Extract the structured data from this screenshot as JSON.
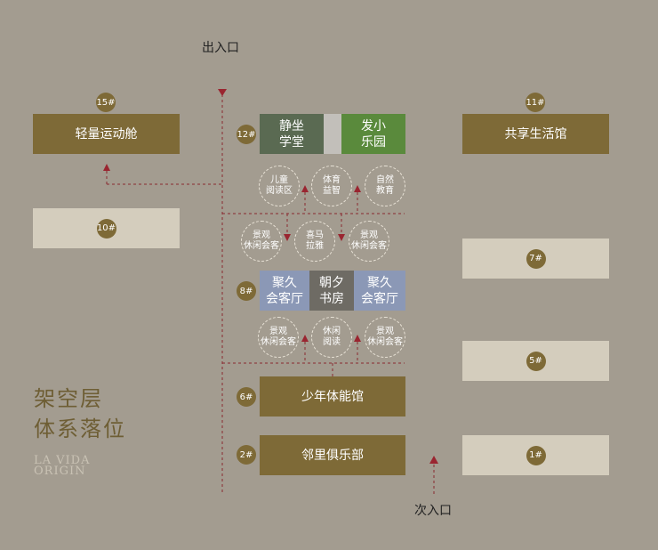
{
  "entrances": {
    "main": "出入口",
    "secondary": "次入口"
  },
  "title": {
    "line1": "架空层",
    "line2": "体系落位"
  },
  "logo": {
    "line1": "LA VIDA",
    "line2": "ORIGIN"
  },
  "left": {
    "b15": {
      "num": "15#",
      "label": "轻量运动舱"
    },
    "b10": {
      "num": "10#"
    }
  },
  "right": {
    "b11": {
      "num": "11#",
      "label": "共享生活馆"
    },
    "b7": {
      "num": "7#"
    },
    "b5": {
      "num": "5#"
    },
    "b1": {
      "num": "1#"
    }
  },
  "center": {
    "b12": {
      "num": "12#",
      "left": "静坐\n学堂",
      "right": "发小\n乐园"
    },
    "row1": [
      "儿童\n阅读区",
      "体育\n益智",
      "自然\n教育"
    ],
    "row2": [
      "景观\n休闲会客",
      "喜马\n拉雅",
      "景观\n休闲会客"
    ],
    "b8": {
      "num": "8#",
      "left": "聚久\n会客厅",
      "mid": "朝夕\n书房",
      "right": "聚久\n会客厅"
    },
    "row3": [
      "景观\n休闲会客",
      "休闲\n阅读",
      "景观\n休闲会客"
    ],
    "b6": {
      "num": "6#",
      "label": "少年体能馆"
    },
    "b2": {
      "num": "2#",
      "label": "邻里俱乐部"
    }
  },
  "colors": {
    "background": "#a39c90",
    "gold": "#7e6a37",
    "beige": "#d4cdbd",
    "arrow": "#9a2530",
    "green": "#5a8a3c",
    "blue": "#8b98b6"
  }
}
